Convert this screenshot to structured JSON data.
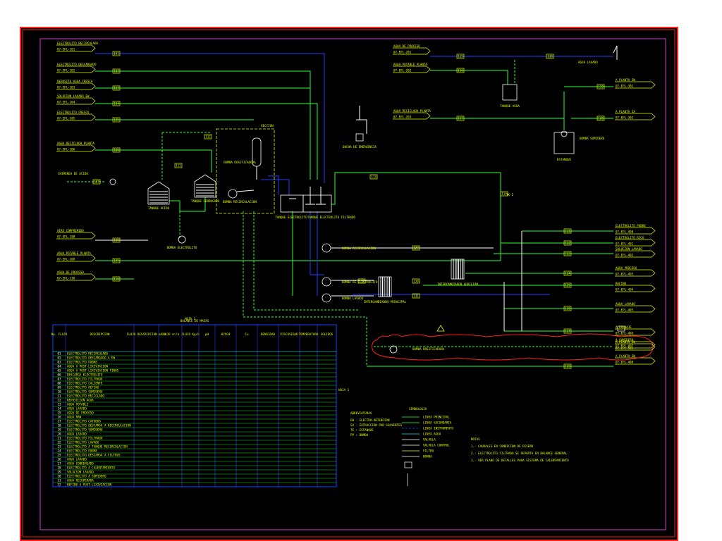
{
  "drawing": {
    "table_header": "BALANCE DE MASAS",
    "table_cols": [
      "No. FLUJO",
      "DESCRIPCION",
      "FLUJO DESCRIPCION m³/h",
      "FLUJO m³/h",
      "FLUJO Kg/h",
      "pH",
      "H2SO4",
      "Cu",
      "DENSIDAD",
      "VISCOSIDAD",
      "TEMPERATURA",
      "SOLIDOS"
    ],
    "hoja": "HOJA 1",
    "legend_title": "SIMBOLOGIA",
    "abbrev_title": "ABREVIATURAS",
    "notes_title": "NOTAS",
    "labels": {
      "l1": "ELECTROLITO RECIRCULADO",
      "l2": "ELECTROLITO DESCARGADO",
      "l3": "DEPOSITO AGUA FRESCA",
      "l4": "SOLUCION LAVADO EW",
      "l5": "ELECTROLITO FRESCO",
      "l6": "AGUA RECICLADA PLANTA",
      "l7": "CHIMENEA DE ACIDO",
      "l8": "AIRE COMPRIMIDO",
      "l9": "AGUA POTABLE PLANTA",
      "l10": "AGUA DE PROCESO",
      "tk1": "TANQUE ACIDO",
      "tk2": "TANQUE CORRUGADO",
      "tk3": "TANQUE ELECTROLITO",
      "tk4": "TANQUE ELECTROLITO FILTRADO",
      "tk5": "TANQUE AGUA",
      "tk6": "ESTANQUE",
      "p1": "BOMBA ELECTROLITO",
      "p2": "BOMBA SUMIDERO",
      "p3": "BOMBA RECIRCULACION",
      "p4": "BOMBA DE ELECTROLITO",
      "p5": "BOMBA LAVADO",
      "p6": "BOMBA DOSIFICADORA",
      "hx1": "INTERCAMBIADOR PRINCIPAL",
      "hx2": "INTERCAMBIADOR AUXILIAR",
      "r1": "A PLANTA EW",
      "r2": "A PLANTA SX",
      "r3": "ELECTROLITO POBRE",
      "r4": "ELECTROLITO RICO",
      "r5": "AGUA PROCESO",
      "r6": "SOLUCION LAVADO",
      "r7": "REFINO",
      "r8": "AGUA LAVADO",
      "r9": "A DRENAJE",
      "r10": "A SUMIDERO",
      "sec": "SECCION",
      "ducha": "DUCHA DE EMERGENCIA"
    },
    "rows": [
      [
        "01",
        "ELECTROLITO RECIRCULADO"
      ],
      [
        "02",
        "ELECTROLITO DESCARGADO A EW"
      ],
      [
        "03",
        "ELECTROLITO POBRE"
      ],
      [
        "04",
        "AGUA A POST-LIXIVIACION"
      ],
      [
        "05",
        "AGUA A POST-LIXIVIACION FINOS"
      ],
      [
        "06",
        "DESCARGA ELECTROLITO"
      ],
      [
        "07",
        "ELECTROLITO FILTRADO"
      ],
      [
        "08",
        "ELECTROLITO CALIENTE"
      ],
      [
        "09",
        "ELECTROLITO REFINO"
      ],
      [
        "10",
        "ELECTROLITO SUMIDERO"
      ],
      [
        "11",
        "ELECTROLITO RECICLADO"
      ],
      [
        "12",
        "REPOSICION AGUA"
      ],
      [
        "13",
        "AGUA POTABLE"
      ],
      [
        "14",
        "AGUA LAVADO"
      ],
      [
        "15",
        "AGUA DE PROCESO"
      ],
      [
        "16",
        "AGUA RAW"
      ],
      [
        "17",
        "ELECTROLITO CATODOS"
      ],
      [
        "18",
        "ELECTROLITO DESCARGA A RECIRCULACION"
      ],
      [
        "19",
        "ELECTROLITO SUMIDERO"
      ],
      [
        "20",
        "AGUA LAVADO"
      ],
      [
        "21",
        "ELECTROLITO FILTRADO"
      ],
      [
        "22",
        "ELECTROLITO LAVADO"
      ],
      [
        "23",
        "ELECTROLITO A TANQUE RECIRCULACION"
      ],
      [
        "24",
        "ELECTROLITO POBRE"
      ],
      [
        "25",
        "ELECTROLITO DESCARGA A FILTROS"
      ],
      [
        "26",
        "AGUA LAVADO"
      ],
      [
        "27",
        "AGUA CONDENSADO"
      ],
      [
        "28",
        "ELECTROLITO A CALENTAMIENTO"
      ],
      [
        "29",
        "SOLUCION LAVADO"
      ],
      [
        "30",
        "ELECTROLITO A SUMIDERO"
      ],
      [
        "31",
        "AGUA RECUPERADA"
      ],
      [
        "32",
        "REFINO A POST-LIXIVIACION"
      ]
    ],
    "tags": [
      "101",
      "102",
      "103",
      "104",
      "105",
      "106",
      "107",
      "108",
      "109",
      "110",
      "111",
      "112",
      "113",
      "114",
      "115",
      "116",
      "117",
      "118",
      "119",
      "120",
      "121",
      "122",
      "123",
      "124",
      "125",
      "126",
      "127",
      "128",
      "129",
      "130",
      "131",
      "132"
    ],
    "notes": [
      "1.- CAUDALES EN CONDICION DE DISEÑO",
      "2.- ELECTROLITO FILTRADO SE REPORTA EN BALANCE GENERAL",
      "3.- VER PLANO DE DETALLES PARA SISTEMA DE CALENTAMIENTO"
    ],
    "legend_items": [
      "LINEA PRINCIPAL",
      "LINEA SECUNDARIA",
      "LINEA INSTRUMENTO",
      "LINEA AGUA",
      "VALVULA",
      "VALVULA CONTROL",
      "FILTRO",
      "BOMBA"
    ],
    "abbrevs": [
      "EW : ELECTRO-OBTENCION",
      "SX : EXTRACCION POR SOLVENTES",
      "TK : ESTANQUE",
      "PP : BOMBA"
    ]
  }
}
